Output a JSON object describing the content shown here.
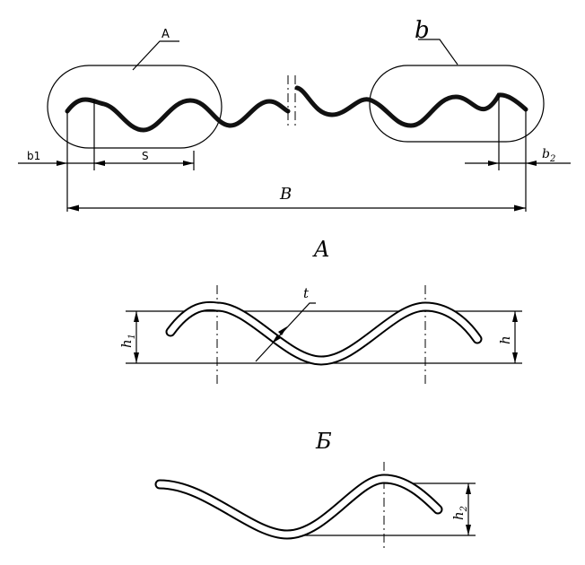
{
  "top_view": {
    "callout_a": "A",
    "callout_b": "b",
    "dim_b1": "b1",
    "dim_s": "S",
    "dim_b2": "b",
    "dim_b2_sub": "2",
    "dim_B": "B"
  },
  "detail_a": {
    "title": "A",
    "dim_h1": "h",
    "dim_h1_sub": "1",
    "dim_h": "h",
    "dim_t": "t"
  },
  "detail_b": {
    "title": "Б",
    "dim_h2": "h",
    "dim_h2_sub": "2"
  }
}
